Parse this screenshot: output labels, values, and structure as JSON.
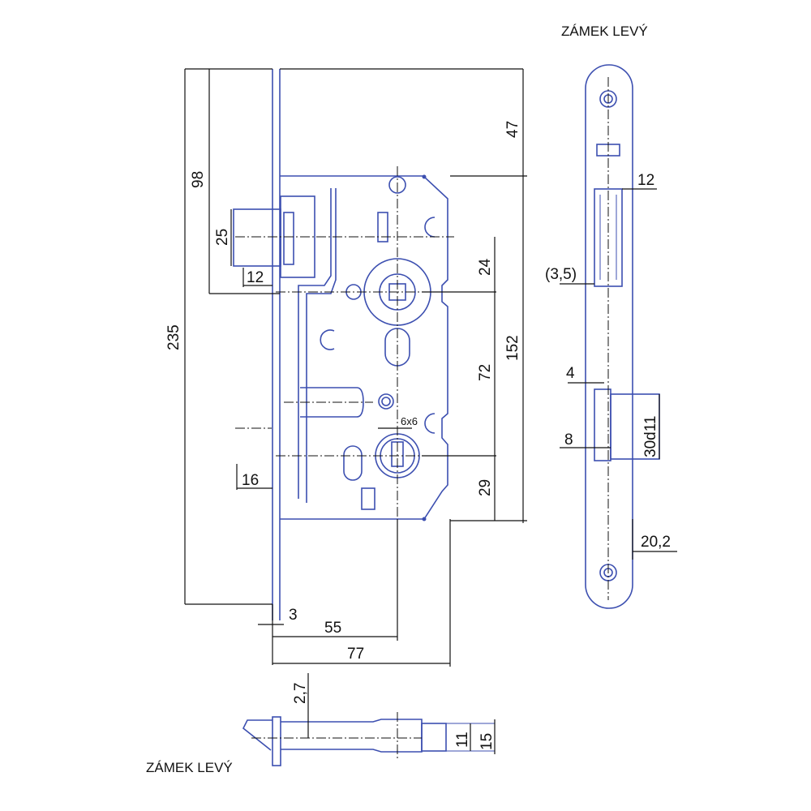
{
  "titles": {
    "top_right": "ZÁMEK LEVÝ",
    "bottom_left": "ZÁMEK LEVÝ"
  },
  "dimensions": {
    "d235": "235",
    "d98": "98",
    "d25": "25",
    "d12_left": "12",
    "d16": "16",
    "d3": "3",
    "d55": "55",
    "d77": "77",
    "d47": "47",
    "d24": "24",
    "d72": "72",
    "d152": "152",
    "d29": "29",
    "d6x6": "6x6",
    "d12_right": "12",
    "d3_5": "(3,5)",
    "d4": "4",
    "d8": "8",
    "d30d11": "30d11",
    "d20_2": "20,2",
    "d2_7": "2,7",
    "d11": "11",
    "d15": "15"
  },
  "colors": {
    "drawing": "#3c4fb0",
    "dimension": "#111111"
  }
}
